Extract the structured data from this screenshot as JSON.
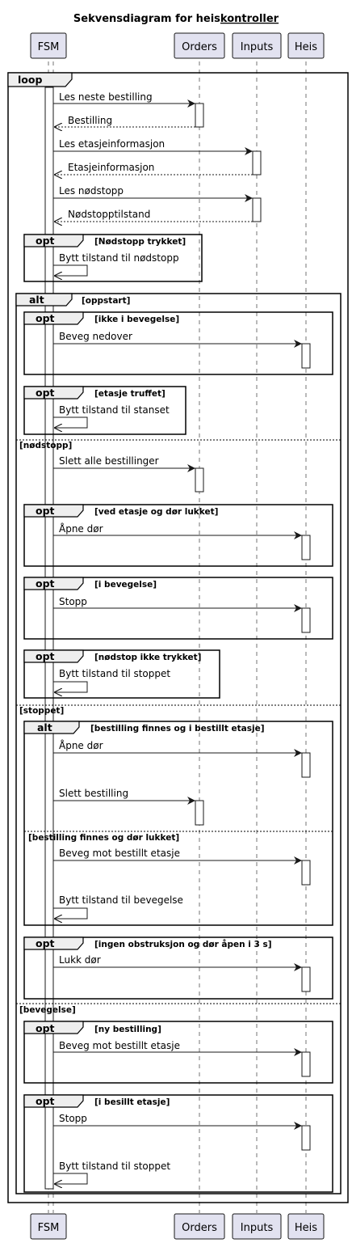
{
  "title": {
    "prefix": "Sekvensdiagram for heis",
    "underlined": "kontroller"
  },
  "participants": [
    "FSM",
    "Orders",
    "Inputs",
    "Heis"
  ],
  "fragments": {
    "loop": "loop",
    "opt": "opt",
    "alt": "alt"
  },
  "conditions": {
    "nodstopp_trykket": "[Nødstopp trykket]",
    "oppstart": "[oppstart]",
    "ikke_i_bevegelse": "[ikke i bevegelse]",
    "etasje_truffet": "[etasje truffet]",
    "nodstopp": "[nødstopp]",
    "ved_etasje_dor_lukket": "[ved etasje og dør lukket]",
    "i_bevegelse": "[i bevegelse]",
    "nodstop_ikke_trykket": "[nødstop ikke trykket]",
    "stoppet": "[stoppet]",
    "bestilling_i_etasje": "[bestilling finnes og i bestillt etasje]",
    "bestilling_dor_lukket": "[bestilling finnes og dør lukket]",
    "ingen_obstruksjon": "[ingen obstruksjon og dør åpen i 3 s]",
    "bevegelse": "[bevegelse]",
    "ny_bestilling": "[ny bestilling]",
    "i_besillt_etasje": "[i besillt etasje]"
  },
  "messages": {
    "les_neste_bestilling": "Les neste bestilling",
    "bestilling": "Bestilling",
    "les_etasjeinformasjon": "Les etasjeinformasjon",
    "etasjeinformasjon": "Etasjeinformasjon",
    "les_nodstopp": "Les nødstopp",
    "nodstopptilstand": "Nødstopptilstand",
    "bytt_til_nodstopp": "Bytt tilstand til nødstopp",
    "beveg_nedover": "Beveg nedover",
    "bytt_til_stanset": "Bytt tilstand til stanset",
    "slett_alle_bestillinger": "Slett alle bestillinger",
    "apne_dor_1": "Åpne dør",
    "stopp_1": "Stopp",
    "bytt_til_stoppet_1": "Bytt tilstand til stoppet",
    "apne_dor_2": "Åpne dør",
    "slett_bestilling": "Slett bestilling",
    "beveg_mot_etasje_1": "Beveg mot bestillt etasje",
    "bytt_til_bevegelse": "Bytt tilstand til bevegelse",
    "lukk_dor": "Lukk dør",
    "beveg_mot_etasje_2": "Beveg mot bestillt etasje",
    "stopp_2": "Stopp",
    "bytt_til_stoppet_2": "Bytt tilstand til stoppet"
  }
}
